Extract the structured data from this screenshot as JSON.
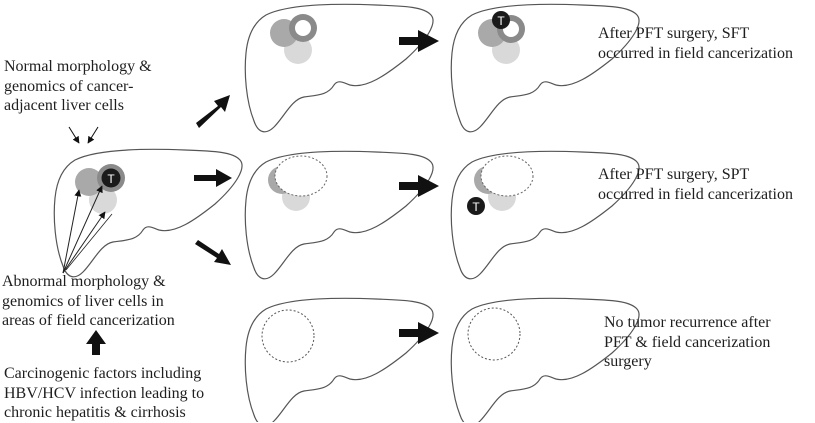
{
  "figure": {
    "labels": {
      "normal_morphology": {
        "lines": [
          "Normal morphology &",
          "genomics of cancer-",
          "adjacent liver cells"
        ]
      },
      "abnormal_morphology": {
        "lines": [
          "Abnormal morphology &",
          "genomics of liver cells in",
          "areas of field cancerization"
        ]
      },
      "carcinogenic_factors": {
        "lines": [
          "Carcinogenic factors including",
          "HBV/HCV infection leading to",
          "chronic hepatitis & cirrhosis"
        ]
      },
      "outcome_sft": {
        "lines": [
          "After PFT surgery, SFT",
          "occurred in field cancerization"
        ]
      },
      "outcome_spt": {
        "lines": [
          "After PFT surgery, SPT",
          "occurred in field cancerization"
        ]
      },
      "outcome_none": {
        "lines": [
          "No tumor recurrence after",
          "PFT & field cancerization",
          "surgery"
        ]
      }
    },
    "tumor_marker_letter": "T",
    "colors": {
      "liver_outline": "#555555",
      "medium_gray_area": "#a9a9a9",
      "light_gray_area": "#d9d9d9",
      "ring_gray": "#8a8a8a",
      "tumor_dark": "#1a1a1a",
      "arrow": "#111111"
    },
    "livers": [
      {
        "id": "initial",
        "state": "primary tumor with field cancerization"
      },
      {
        "id": "row1-after-surgery",
        "state": "ring resection of primary tumor"
      },
      {
        "id": "row1-outcome",
        "state": "SFT in field cancerization"
      },
      {
        "id": "row2-after-surgery",
        "state": "wide resection, dotted margin"
      },
      {
        "id": "row2-outcome",
        "state": "SPT in field cancerization"
      },
      {
        "id": "row3-after-surgery",
        "state": "complete resection, dotted margin"
      },
      {
        "id": "row3-outcome",
        "state": "no recurrence"
      }
    ]
  }
}
